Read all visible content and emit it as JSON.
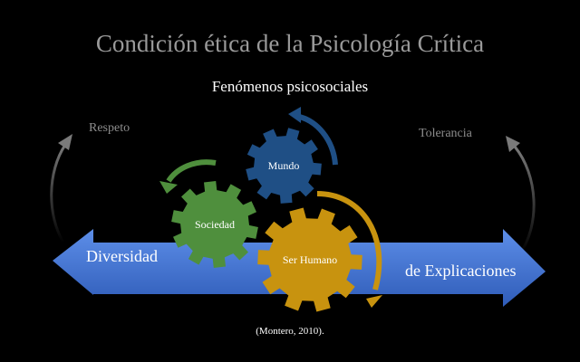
{
  "title": "Condición ética de la Psicología Crítica",
  "subtitle": "Fenómenos psicosociales",
  "labels": {
    "respeto": "Respeto",
    "tolerancia": "Tolerancia",
    "diversidad": "Diversidad",
    "explicaciones": "de Explicaciones"
  },
  "gears": {
    "mundo": "Mundo",
    "sociedad": "Sociedad",
    "ser_humano": "Ser Humano"
  },
  "citation": "(Montero, 2010).",
  "colors": {
    "background": "#000000",
    "arrow_blue": "#3f6fd0",
    "gear_mundo": "#1f4f85",
    "gear_sociedad": "#4f8f3d",
    "gear_ser_humano": "#c8930f",
    "side_arrows": "#6e6e6e"
  }
}
